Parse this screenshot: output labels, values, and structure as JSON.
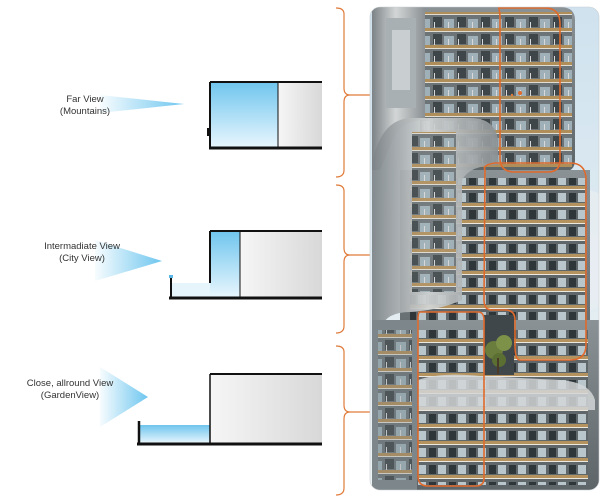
{
  "views": [
    {
      "line1": "Far View",
      "line2": "(Mountains)"
    },
    {
      "line1": "Intermadiate View",
      "line2": "(City View)"
    },
    {
      "line1": "Close, allround  View",
      "line2": "(GardenView)"
    }
  ],
  "colors": {
    "sky_blue": "#66c3ee",
    "bracket_orange": "#e07b3a",
    "outline_orange": "#e06a2c",
    "section_black": "#111111",
    "tower_grey": "#9ea4a8",
    "balcony_wood": "#b08e5a"
  }
}
